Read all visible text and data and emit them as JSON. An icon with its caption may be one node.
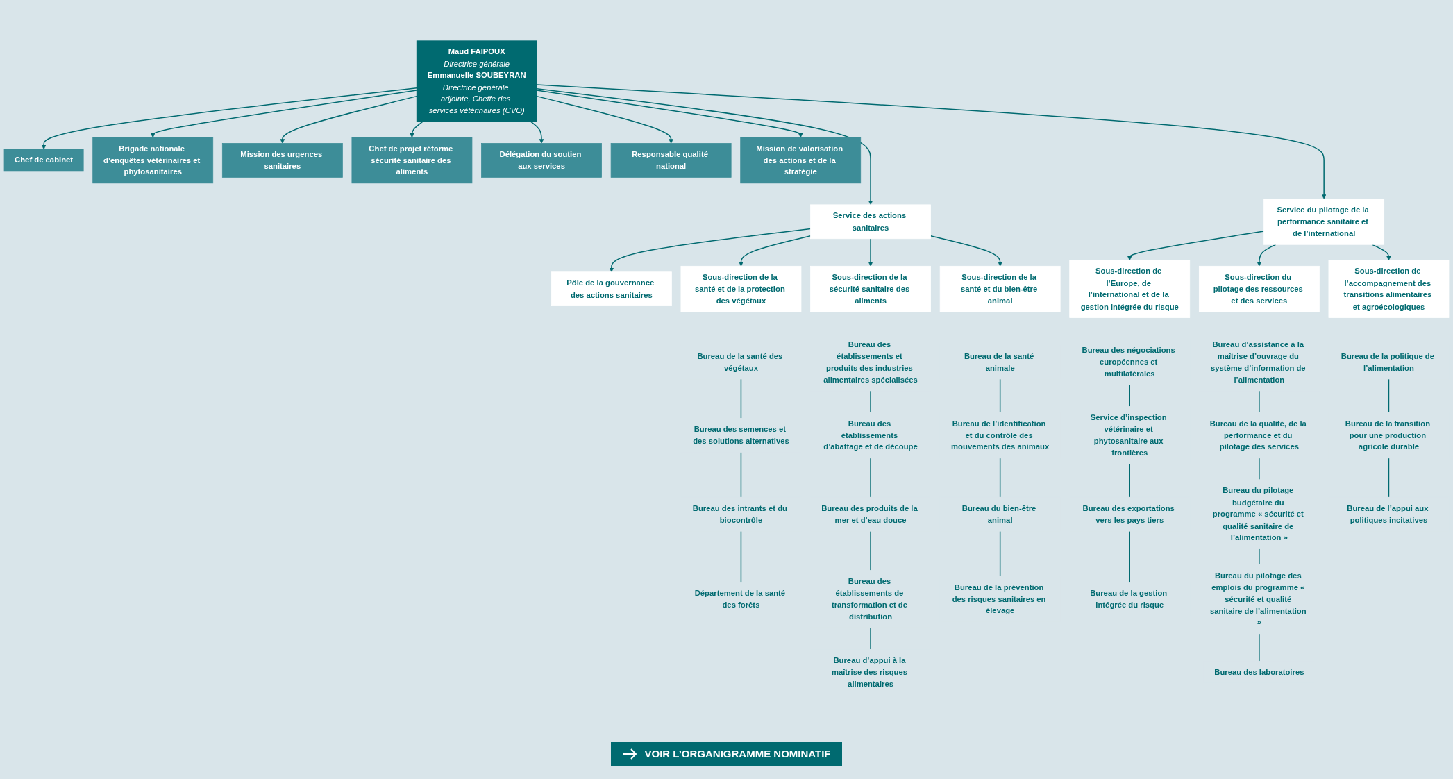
{
  "diagram": {
    "nodes": [
      {
        "text": [
          "Maud FAIPOUX",
          "Directrice générale",
          "Emmanuelle SOUBEYRAN",
          "Directrice générale adjointe, Cheffe des services vétérinaires (CVO)"
        ]
      },
      {
        "text": [
          "Chef de cabinet"
        ]
      },
      {
        "text": [
          "Brigade nationale d’enquêtes vétérinaires et phytosanitaires"
        ]
      },
      {
        "text": [
          "Mission des urgences sanitaires"
        ]
      },
      {
        "text": [
          "Chef de projet réforme sécurité sanitaire des aliments"
        ]
      },
      {
        "text": [
          "Délégation du soutien aux services"
        ]
      },
      {
        "text": [
          "Responsable qualité national"
        ]
      },
      {
        "text": [
          "Mission de valorisation des actions et de la stratégie"
        ]
      },
      {
        "text": [
          "Pôle de la gouvernance des actions sanitaires"
        ]
      },
      {
        "text": [
          "Service des actions sanitaires"
        ]
      },
      {
        "text": [
          "Service du pilotage de la performance sanitaire et de l’international"
        ]
      },
      {
        "text": [
          "Sous-direction de la santé et de la protection des végétaux"
        ]
      },
      {
        "text": [
          "Sous-direction de la sécurité sanitaire des aliments"
        ]
      },
      {
        "text": [
          "Sous-direction de la santé et du bien-être animal"
        ]
      },
      {
        "text": [
          "Sous-direction de l’Europe, de l’international et de la gestion intégrée du risque"
        ]
      },
      {
        "text": [
          "Sous-direction du pilotage des ressources et des services"
        ]
      },
      {
        "text": [
          "Sous-direction de l’accompagnement des transitions alimentaires et agroécologiques"
        ]
      },
      {
        "text": [
          "Bureau de la santé des végétaux"
        ]
      },
      {
        "text": [
          "Bureau des semences et des solutions alternatives"
        ]
      },
      {
        "text": [
          "Bureau des intrants et du biocontrôle"
        ]
      },
      {
        "text": [
          "Département de la santé des forêts"
        ]
      },
      {
        "text": [
          "Bureau des établissements et produits des industries alimentaires spécialisées"
        ]
      },
      {
        "text": [
          "Bureau des établissements d’abattage et de découpe"
        ]
      },
      {
        "text": [
          "Bureau des produits de la mer et d’eau douce"
        ]
      },
      {
        "text": [
          "Bureau des établissements de transformation et de distribution"
        ]
      },
      {
        "text": [
          "Bureau d’appui à la maîtrise des risques alimentaires"
        ]
      },
      {
        "text": [
          "Bureau de la santé animale"
        ]
      },
      {
        "text": [
          "Bureau de l’identification et du contrôle des mouvements des animaux"
        ]
      },
      {
        "text": [
          "Bureau du bien-être animal"
        ]
      },
      {
        "text": [
          "Bureau de la prévention des risques sanitaires en élevage"
        ]
      },
      {
        "text": [
          "Bureau des négociations européennes et multilatérales"
        ]
      },
      {
        "text": [
          "Service d’inspection vétérinaire et phytosanitaire aux frontières"
        ]
      },
      {
        "text": [
          "Bureau des exportations vers les pays tiers"
        ]
      },
      {
        "text": [
          "Bureau de la gestion intégrée du risque"
        ]
      },
      {
        "text": [
          "Bureau d’assistance à la maîtrise d’ouvrage du système d’information de l’alimentation"
        ]
      },
      {
        "text": [
          "Bureau de la qualité, de la performance et du pilotage des services"
        ]
      },
      {
        "text": [
          "Bureau du pilotage budgétaire du programme « sécurité et qualité sanitaire de l’alimentation »"
        ]
      },
      {
        "text": [
          "Bureau du pilotage des emplois du programme « sécurité et qualité sanitaire de l’alimentation »"
        ]
      },
      {
        "text": [
          "Bureau des laboratoires"
        ]
      },
      {
        "text": [
          "Bureau de la politique de l’alimentation"
        ]
      },
      {
        "text": [
          "Bureau de la transition pour une production agricole durable"
        ]
      },
      {
        "text": [
          "Bureau de l’appui aux politiques incitatives"
        ]
      }
    ],
    "edges": [
      {
        "from": 0,
        "to": 1,
        "arrow": "to"
      },
      {
        "from": 0,
        "to": 2,
        "arrow": "to"
      },
      {
        "from": 0,
        "to": 3,
        "arrow": "to"
      },
      {
        "from": 0,
        "to": 4,
        "arrow": "to"
      },
      {
        "from": 0,
        "to": 5,
        "arrow": "to"
      },
      {
        "from": 0,
        "to": 6,
        "arrow": "to"
      },
      {
        "from": 0,
        "to": 7,
        "arrow": "to"
      },
      {
        "from": 0,
        "to": 9,
        "arrow": "to"
      },
      {
        "from": 0,
        "to": 10,
        "arrow": "to"
      },
      {
        "from": 9,
        "to": 8,
        "arrow": "to"
      },
      {
        "from": 9,
        "to": 11,
        "arrow": "to"
      },
      {
        "from": 9,
        "to": 12,
        "arrow": "to"
      },
      {
        "from": 9,
        "to": 13,
        "arrow": "to"
      },
      {
        "from": 10,
        "to": 14,
        "arrow": "to"
      },
      {
        "from": 10,
        "to": 15,
        "arrow": "to"
      },
      {
        "from": 10,
        "to": 16,
        "arrow": "to"
      },
      {
        "from": 17,
        "to": 18,
        "arrow": "none"
      },
      {
        "from": 18,
        "to": 19,
        "arrow": "none"
      },
      {
        "from": 19,
        "to": 20,
        "arrow": "none"
      },
      {
        "from": 21,
        "to": 22,
        "arrow": "none"
      },
      {
        "from": 22,
        "to": 23,
        "arrow": "none"
      },
      {
        "from": 23,
        "to": 24,
        "arrow": "none"
      },
      {
        "from": 24,
        "to": 25,
        "arrow": "none"
      },
      {
        "from": 26,
        "to": 27,
        "arrow": "none"
      },
      {
        "from": 27,
        "to": 28,
        "arrow": "none"
      },
      {
        "from": 28,
        "to": 29,
        "arrow": "none"
      },
      {
        "from": 30,
        "to": 31,
        "arrow": "none"
      },
      {
        "from": 31,
        "to": 32,
        "arrow": "none"
      },
      {
        "from": 32,
        "to": 33,
        "arrow": "none"
      },
      {
        "from": 34,
        "to": 35,
        "arrow": "none"
      },
      {
        "from": 35,
        "to": 36,
        "arrow": "none"
      },
      {
        "from": 36,
        "to": 37,
        "arrow": "none"
      },
      {
        "from": 37,
        "to": 38,
        "arrow": "none"
      },
      {
        "from": 39,
        "to": 40,
        "arrow": "none"
      },
      {
        "from": 40,
        "to": 41,
        "arrow": "none"
      }
    ],
    "labels": [
      "VOIR L’ORGANIGRAMME NOMINATIF"
    ]
  }
}
